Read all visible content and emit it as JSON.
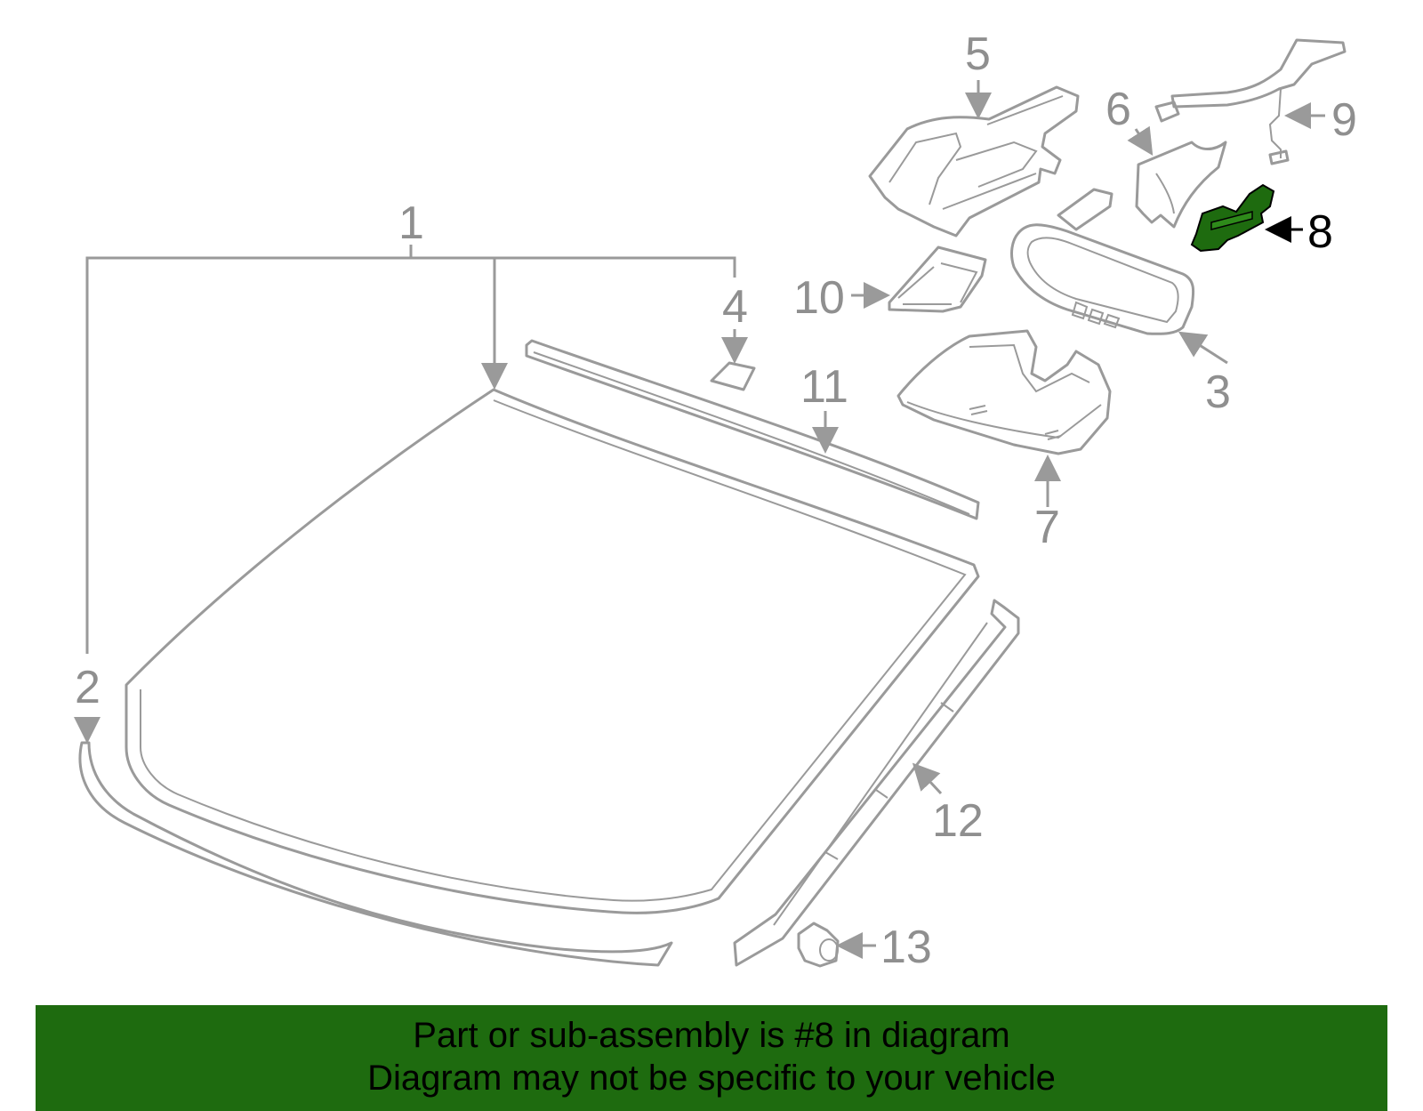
{
  "diagram": {
    "highlight_color": "#1e6b0f",
    "line_color": "#9a9a9a",
    "callouts": {
      "c1": "1",
      "c2": "2",
      "c3": "3",
      "c4": "4",
      "c5": "5",
      "c6": "6",
      "c7": "7",
      "c8": "8",
      "c9": "9",
      "c10": "10",
      "c11": "11",
      "c12": "12",
      "c13": "13"
    },
    "highlighted_part": "8"
  },
  "banner": {
    "line1": "Part or sub-assembly is #8 in diagram",
    "line2": "Diagram may not be specific to your vehicle",
    "background": "#1e6b0f"
  }
}
